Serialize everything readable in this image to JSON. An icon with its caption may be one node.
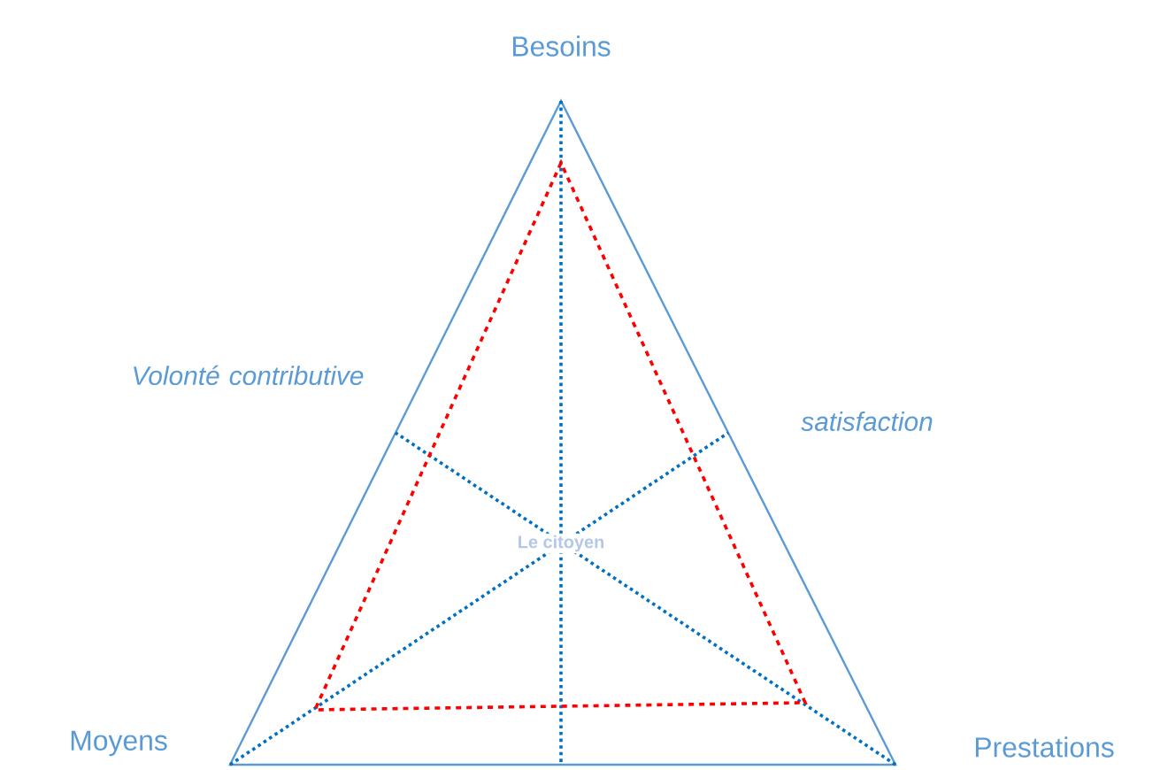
{
  "diagram": {
    "labels": [
      "Besoins",
      "Volonté contributive",
      "satisfaction",
      "Le citoyen",
      "Moyens",
      "Prestations"
    ]
  }
}
